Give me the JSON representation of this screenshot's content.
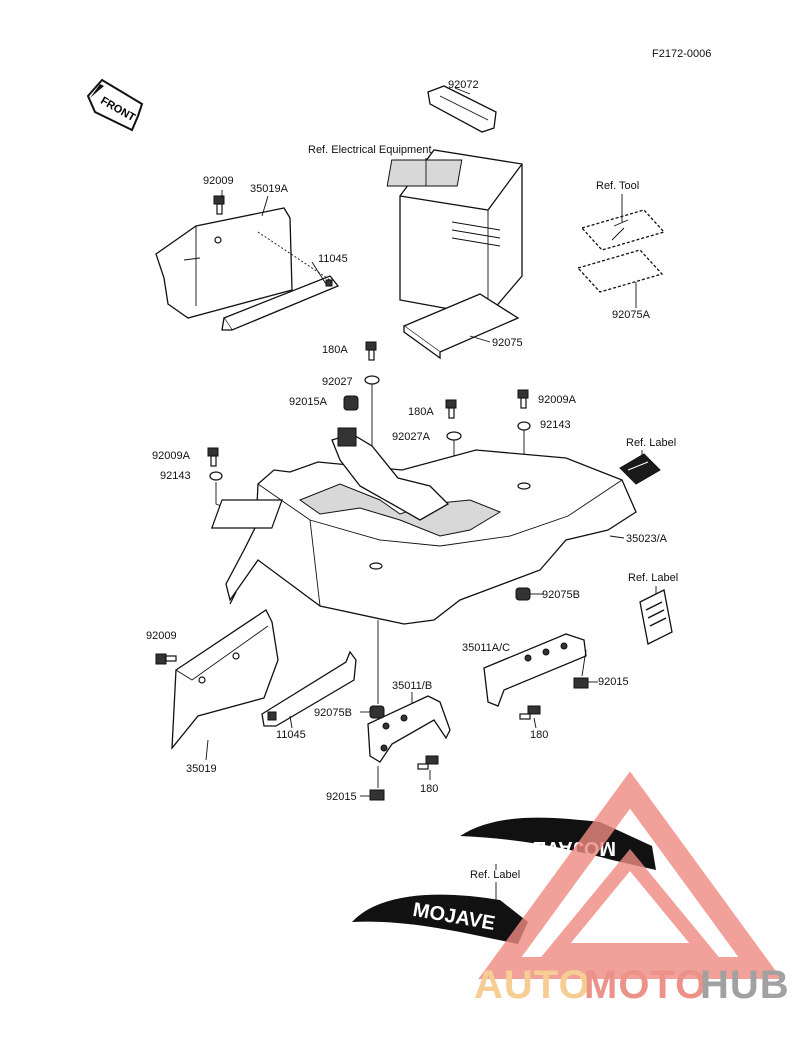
{
  "figure_code": "F2172-0006",
  "front_arrow": "FRONT",
  "callouts": {
    "c92072": "92072",
    "ref_electrical": "Ref. Electrical Equipment",
    "ref_tool": "Ref. Tool",
    "c92009_top": "92009",
    "c35019A": "35019A",
    "c11045_top": "11045",
    "c92075A": "92075A",
    "c92075": "92075",
    "c180A_1": "180A",
    "c92027": "92027",
    "c92015A": "92015A",
    "c180A_2": "180A",
    "c92009A_right": "92009A",
    "c92143_right": "92143",
    "c92027A": "92027A",
    "c92009A_left": "92009A",
    "c92143_left": "92143",
    "ref_label_1": "Ref. Label",
    "c35023A": "35023/A",
    "ref_label_2": "Ref. Label",
    "c92075B_right": "92075B",
    "c92009_bottom": "92009",
    "c35011AC": "35011A/C",
    "c92015_right": "92015",
    "c35011B": "35011/B",
    "c180_right": "180",
    "c92075B_left": "92075B",
    "c11045_bottom": "11045",
    "c35019": "35019",
    "c180_bottom": "180",
    "c92015_bottom": "92015",
    "ref_label_3": "Ref. Label"
  },
  "decal_text": "MOJAVE",
  "watermark": {
    "auto": "AUTO",
    "moto": "MOTO",
    "hub": "HUB"
  },
  "colors": {
    "ink": "#111111",
    "watermark_orange": "#f4c27a",
    "watermark_red": "#e8786c",
    "watermark_gray": "#8a8a8a",
    "watermark_triangle": "#f08a82"
  }
}
